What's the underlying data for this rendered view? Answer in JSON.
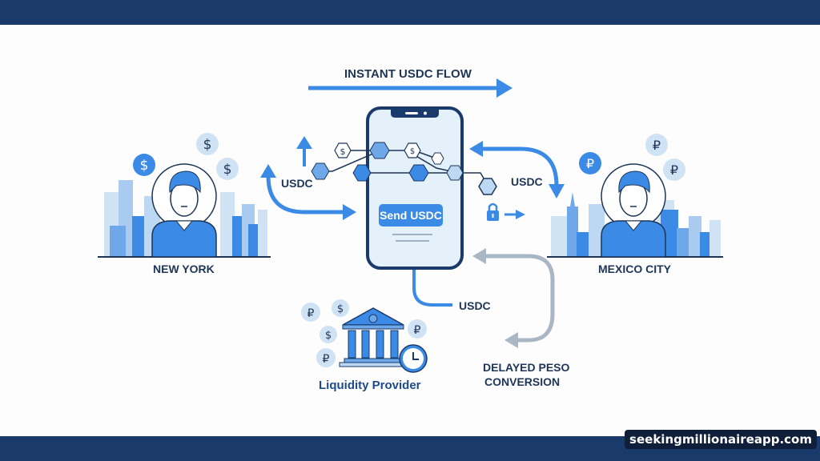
{
  "diagram": {
    "title_flow": "INSTANT USDC FLOW",
    "origin_city": "NEW YORK",
    "destination_city": "MEXICO CITY",
    "phone_button": "Send USDC",
    "left_flow_label": "USDC",
    "right_flow_label": "USDC",
    "bottom_flow_label": "USDC",
    "liquidity_provider": "Liquidity Provider",
    "delayed_label_line1": "DELAYED PESO",
    "delayed_label_line2": "CONVERSION",
    "origin_currency_symbol": "$",
    "destination_currency_symbol": "₽",
    "colors": {
      "navy": "#1a3a6b",
      "primary_blue": "#3b8ae6",
      "light_blue": "#cfe3f5",
      "gray_arrow": "#a9b6c4",
      "text_dark": "#1e3557"
    }
  },
  "watermark": "seekingmillionaireapp.com"
}
